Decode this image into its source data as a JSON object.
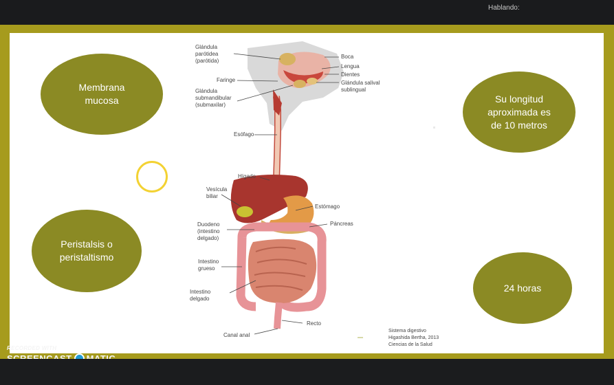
{
  "top_bar": {
    "speaking_label": "Hablando:"
  },
  "ovals": {
    "mucosa": "Membrana mucosa",
    "longitud": "Su longitud aproximada es de 10 metros",
    "peristalsis": "Peristalsis o peristaltismo",
    "horas": "24 horas"
  },
  "figure_labels": {
    "parotida": "Glándula\nparótidea\n(parótida)",
    "faringe": "Faringe",
    "submandibular": "Glándula\nsubmandibular\n(submaxilar)",
    "boca": "Boca",
    "lengua": "Lengua",
    "dientes": "Dientes",
    "sublingual": "Glándula salival\nsublingual",
    "esofago": "Esófago",
    "higado": "Hígado",
    "vesicula": "Vesícula\nbiliar",
    "estomago": "Estómago",
    "duodeno": "Duodeno\n(intestino\ndelgado)",
    "pancreas": "Páncreas",
    "intestino_grueso": "Intestino\ngrueso",
    "intestino_delgado": "Intestino\ndelgado",
    "recto": "Recto",
    "canal_anal": "Canal anal"
  },
  "credit": "Sistema digestivo\nHigashida Bertha, 2013\nCiencias de la Salud",
  "watermark": {
    "line1": "RECORDED WITH",
    "line2a": "SCREENCAST",
    "line2b": "MATIC"
  },
  "colors": {
    "frame": "#a69b1d",
    "oval": "#8b8a24",
    "ring": "#f3d233"
  }
}
